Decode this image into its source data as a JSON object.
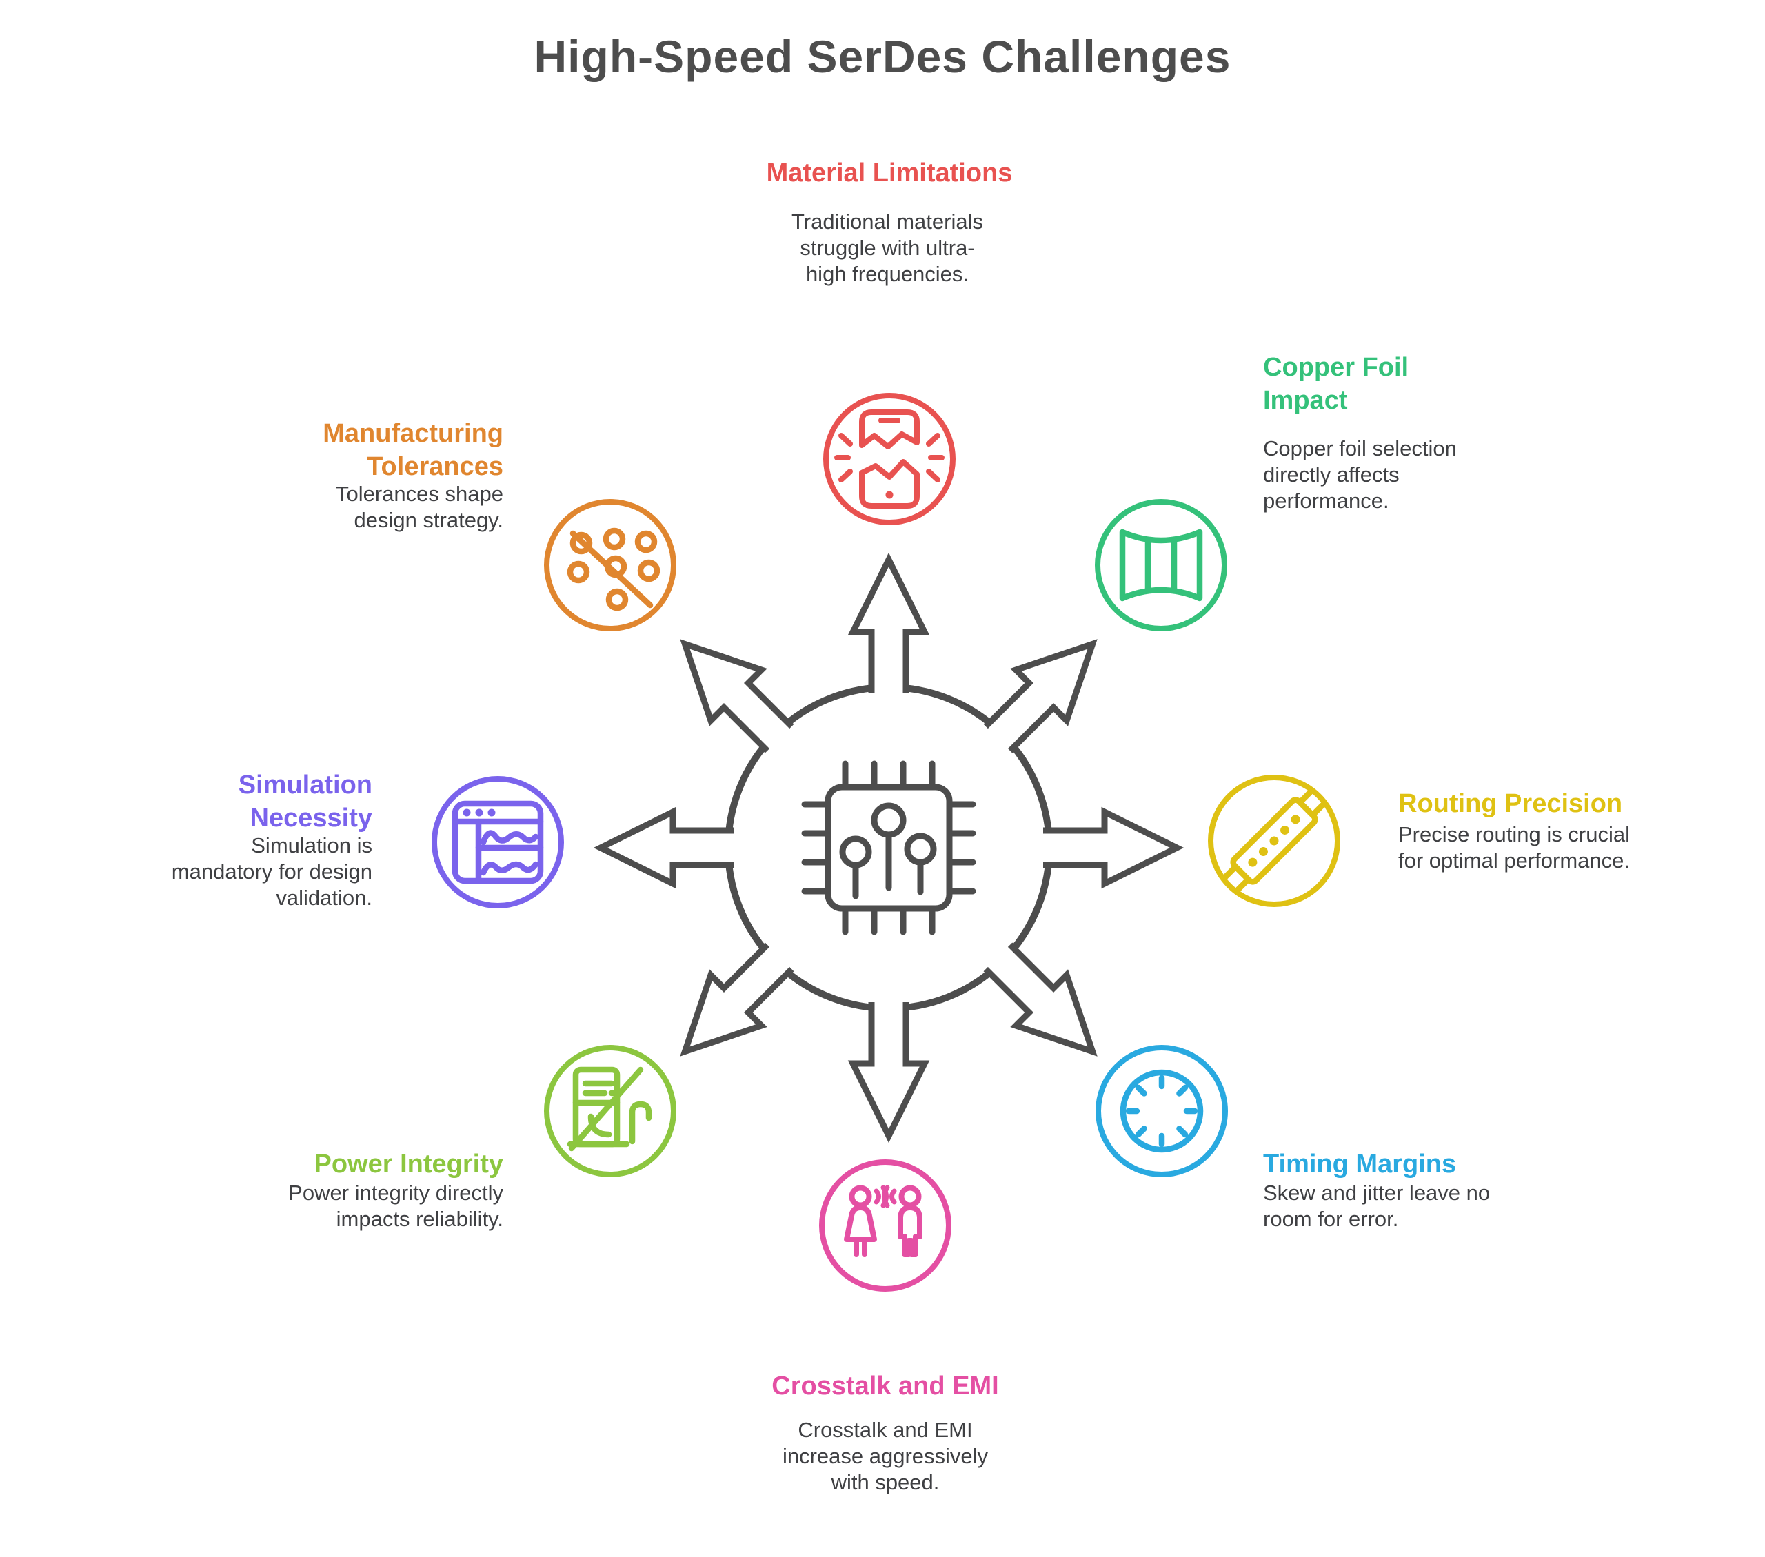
{
  "page": {
    "title": "High-Speed SerDes Challenges"
  },
  "colors": {
    "page-bg": "#ffffff",
    "title-color": "#4D4D4D",
    "body-color": "#3F4043",
    "hub-color": "#4D4D4D"
  },
  "hub": {
    "icon": "circuit-chip-icon",
    "color": "#4D4D4D",
    "arrow_count": 8
  },
  "items": [
    {
      "id": "material-limitations",
      "title": "Material Limitations",
      "description": "Traditional materials struggle with ultra-high frequencies.",
      "color": "#E85250",
      "icon": "broken-phone-icon",
      "position": "top"
    },
    {
      "id": "copper-foil-impact",
      "title": "Copper Foil Impact",
      "description": "Copper foil selection directly affects performance.",
      "color": "#34C17A",
      "icon": "copper-foil-sheet-icon",
      "position": "top-right"
    },
    {
      "id": "routing-precision",
      "title": "Routing Precision",
      "description": "Precise routing is crucial for optimal performance.",
      "color": "#DFC113",
      "icon": "circuit-trace-icon",
      "position": "right"
    },
    {
      "id": "timing-margins",
      "title": "Timing Margins",
      "description": "Skew and jitter leave no room for error.",
      "color": "#29A9E0",
      "icon": "clock-icon",
      "position": "bottom-right"
    },
    {
      "id": "crosstalk-and-emi",
      "title": "Crosstalk and EMI",
      "description": "Crosstalk and EMI increase aggressively with speed.",
      "color": "#E44FA3",
      "icon": "people-talking-icon",
      "position": "bottom"
    },
    {
      "id": "power-integrity",
      "title": "Power Integrity",
      "description": "Power integrity directly impacts reliability.",
      "color": "#8CC63F",
      "icon": "no-fuel-pump-icon",
      "position": "bottom-left"
    },
    {
      "id": "simulation-necessity",
      "title": "Simulation Necessity",
      "description": "Simulation is mandatory for design validation.",
      "color": "#7A63EC",
      "icon": "waveform-window-icon",
      "position": "left"
    },
    {
      "id": "manufacturing-tolerances",
      "title": "Manufacturing Tolerances",
      "description": "Tolerances shape design strategy.",
      "color": "#E0862F",
      "icon": "drilled-holes-icon",
      "position": "top-left"
    }
  ]
}
